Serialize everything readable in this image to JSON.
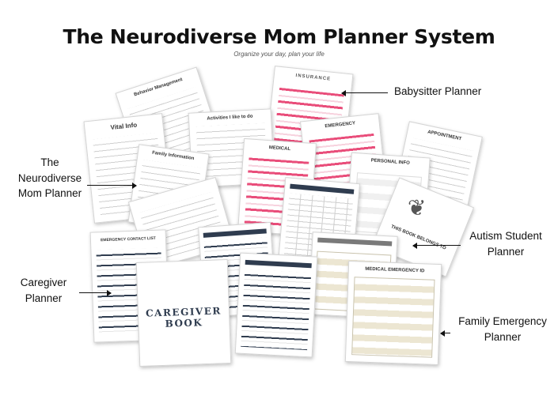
{
  "header": {
    "title": "The Neurodiverse Mom Planner System",
    "subtitle": "Organize your day, plan your life"
  },
  "callouts": {
    "babysitter": "Babysitter Planner",
    "neurodiverse_line1": "The",
    "neurodiverse_line2": "Neurodiverse",
    "neurodiverse_line3": "Mom Planner",
    "autism_line1": "Autism Student",
    "autism_line2": "Planner",
    "caregiver_line1": "Caregiver",
    "caregiver_line2": "Planner",
    "family_line1": "Family Emergency",
    "family_line2": "Planner"
  },
  "pages": {
    "insurance": "INSURANCE",
    "vital_info": "Vital Info",
    "activities": "Activities I like to do",
    "emergency": "EMERGENCY",
    "appointment": "APPOINTMENT",
    "medical": "MEDICAL",
    "personal_info": "PERSONAL INFO",
    "emergency_contact_list": "EMERGENCY CONTACT LIST",
    "this_book_belongs_to": "THIS BOOK BELONGS TO",
    "caregiver_book": "CAREGIVER BOOK",
    "medical_emergency_id": "MEDICAL EMERGENCY ID",
    "family_information": "Family Information",
    "behavior_management": "Behavior Management"
  }
}
